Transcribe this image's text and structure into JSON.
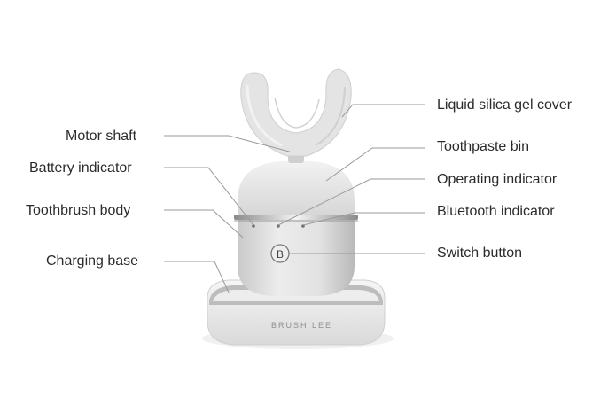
{
  "diagram": {
    "brand_text": "BRUSH LEE",
    "button_glyph": "B",
    "labels": {
      "motor_shaft": "Motor shaft",
      "battery_indicator": "Battery indicator",
      "toothbrush_body": "Toothbrush body",
      "charging_base": "Charging base",
      "silica_gel_cover": "Liquid silica gel cover",
      "toothpaste_bin": "Toothpaste bin",
      "operating_indicator": "Operating indicator",
      "bluetooth_indicator": "Bluetooth indicator",
      "switch_button": "Switch button"
    },
    "colors": {
      "leader_line": "#9a9a9a",
      "text": "#2b2b2b",
      "body": "#dcdcdc",
      "mouthpiece": "#e6e6e6"
    }
  }
}
